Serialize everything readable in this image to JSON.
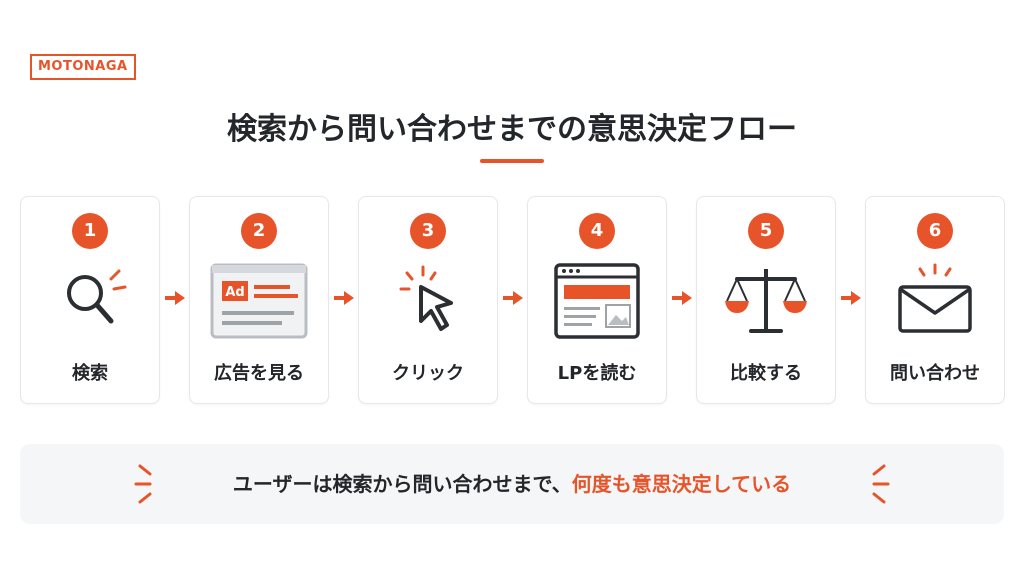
{
  "brand": {
    "logo_text": "MOTONAGA",
    "accent_color": "#e8542a"
  },
  "title": "検索から問い合わせまでの意思決定フロー",
  "steps": [
    {
      "number": "1",
      "label": "検索",
      "icon": "search-icon"
    },
    {
      "number": "2",
      "label": "広告を見る",
      "icon": "ad-window-icon",
      "icon_text": "Ad"
    },
    {
      "number": "3",
      "label": "クリック",
      "icon": "cursor-click-icon"
    },
    {
      "number": "4",
      "label": "LPを読む",
      "icon": "landing-page-icon"
    },
    {
      "number": "5",
      "label": "比較する",
      "icon": "scale-icon"
    },
    {
      "number": "6",
      "label": "問い合わせ",
      "icon": "mail-icon"
    }
  ],
  "summary": {
    "text_main": "ユーザーは検索から問い合わせまで、",
    "text_accent": "何度も意思決定している"
  }
}
